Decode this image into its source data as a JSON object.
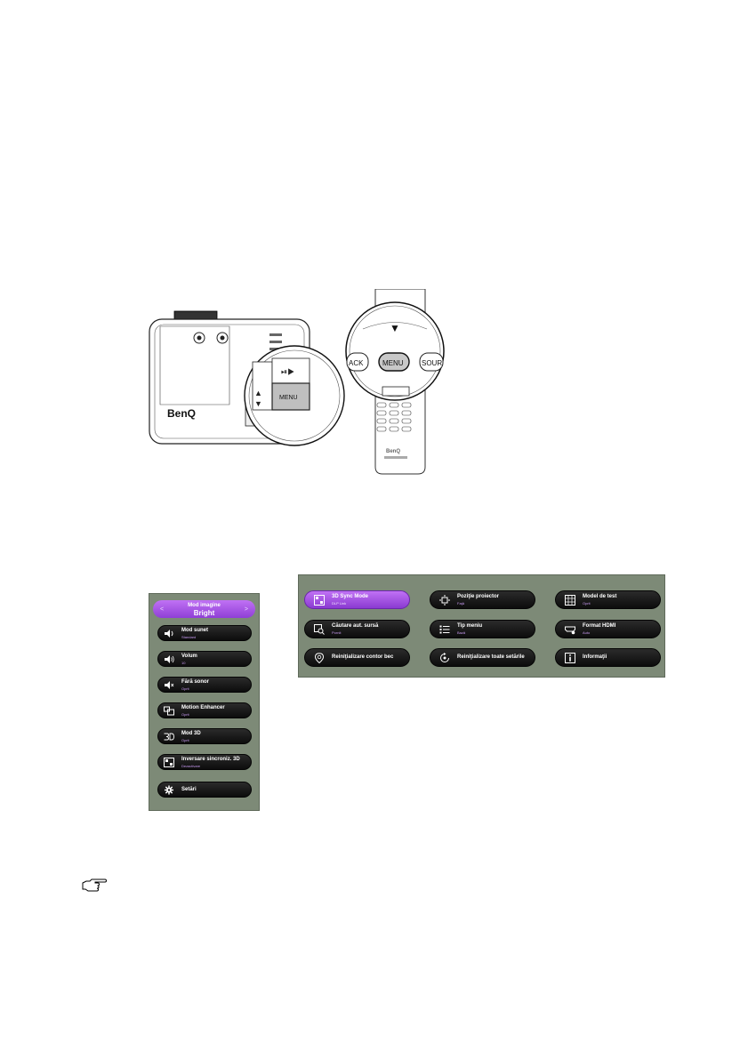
{
  "projector": {
    "brand": "BenQ",
    "menu_label": "MENU",
    "play_symbol": "⏯▶"
  },
  "remote": {
    "brand": "BenQ",
    "menu_label": "MENU",
    "back_label": "ACK",
    "source_label": "SOUR",
    "down_arrow": "▼"
  },
  "osd_left": {
    "header": {
      "title": "Mod imagine",
      "value": "Bright",
      "left_arrow": "<",
      "right_arrow": ">"
    },
    "items": [
      {
        "label": "Mod sunet",
        "value": "Standard",
        "icon": "speaker-icon"
      },
      {
        "label": "Volum",
        "value": "10",
        "icon": "volume-icon"
      },
      {
        "label": "Fără sonor",
        "value": "Oprit",
        "icon": "mute-icon"
      },
      {
        "label": "Motion Enhancer",
        "value": "Oprit",
        "icon": "motion-icon"
      },
      {
        "label": "Mod 3D",
        "value": "Oprit",
        "icon": "3d-icon"
      },
      {
        "label": "Inversare sincroniz. 3D",
        "value": "Dezactivare",
        "icon": "3d-sync-icon"
      },
      {
        "label": "Setări",
        "value": "",
        "icon": "gear-icon"
      }
    ]
  },
  "osd_right": {
    "items": [
      {
        "label": "3D Sync Mode",
        "value": "DLP Link",
        "icon": "3d-sync-icon",
        "active": true
      },
      {
        "label": "Poziţie proiector",
        "value": "Faţă",
        "icon": "projector-position-icon"
      },
      {
        "label": "Model de test",
        "value": "Oprit",
        "icon": "grid-icon"
      },
      {
        "label": "Căutare aut. sursă",
        "value": "Pornit",
        "icon": "source-search-icon"
      },
      {
        "label": "Tip meniu",
        "value": "Bază",
        "icon": "list-icon"
      },
      {
        "label": "Format HDMI",
        "value": "Auto",
        "icon": "hdmi-icon"
      },
      {
        "label": "Reiniţializare contor bec",
        "value": "",
        "icon": "lamp-reset-icon"
      },
      {
        "label": "Reiniţializare toate setările",
        "value": "",
        "icon": "reset-icon"
      },
      {
        "label": "Informaţii",
        "value": "",
        "icon": "info-icon"
      }
    ]
  },
  "colors": {
    "panel_bg": "#7d8a77",
    "accent": "#a85ae6",
    "button_bg": "#1a1a1a"
  }
}
